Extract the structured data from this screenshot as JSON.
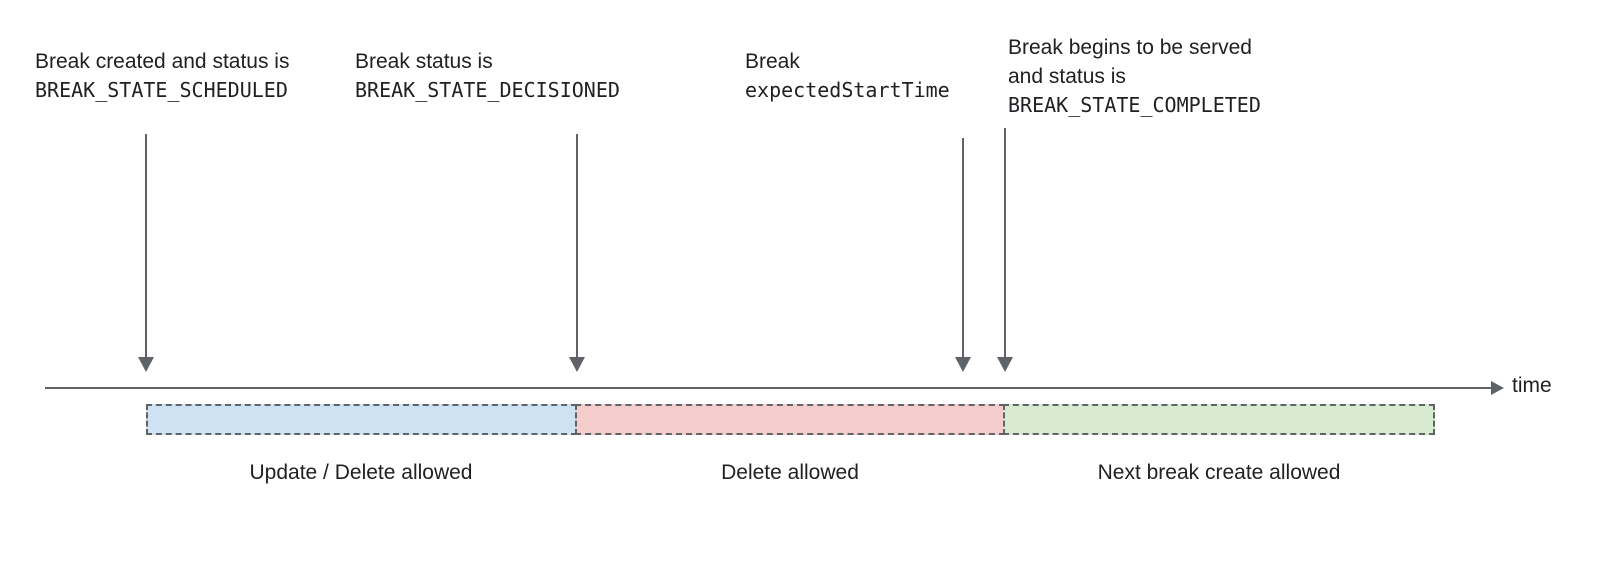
{
  "colors": {
    "text": "#202124",
    "line": "#5f6368",
    "segment_border": "#606368",
    "blue_fill": "#cfe2f3",
    "red_fill": "#f4cccc",
    "green_fill": "#d9ead3"
  },
  "annotations": [
    {
      "line1": "Break created and status is",
      "code": "BREAK_STATE_SCHEDULED"
    },
    {
      "line1": "Break status is",
      "code": "BREAK_STATE_DECISIONED"
    },
    {
      "line1": "Break",
      "code": "expectedStartTime"
    },
    {
      "line1": "Break begins to be served",
      "line2": "and status is",
      "code": "BREAK_STATE_COMPLETED"
    }
  ],
  "timeline": {
    "axis_label": "time"
  },
  "segments": [
    {
      "label": "Update / Delete allowed",
      "fill": "#cfe2f3"
    },
    {
      "label": "Delete allowed",
      "fill": "#f4cccc"
    },
    {
      "label": "Next break create allowed",
      "fill": "#d9ead3"
    }
  ]
}
